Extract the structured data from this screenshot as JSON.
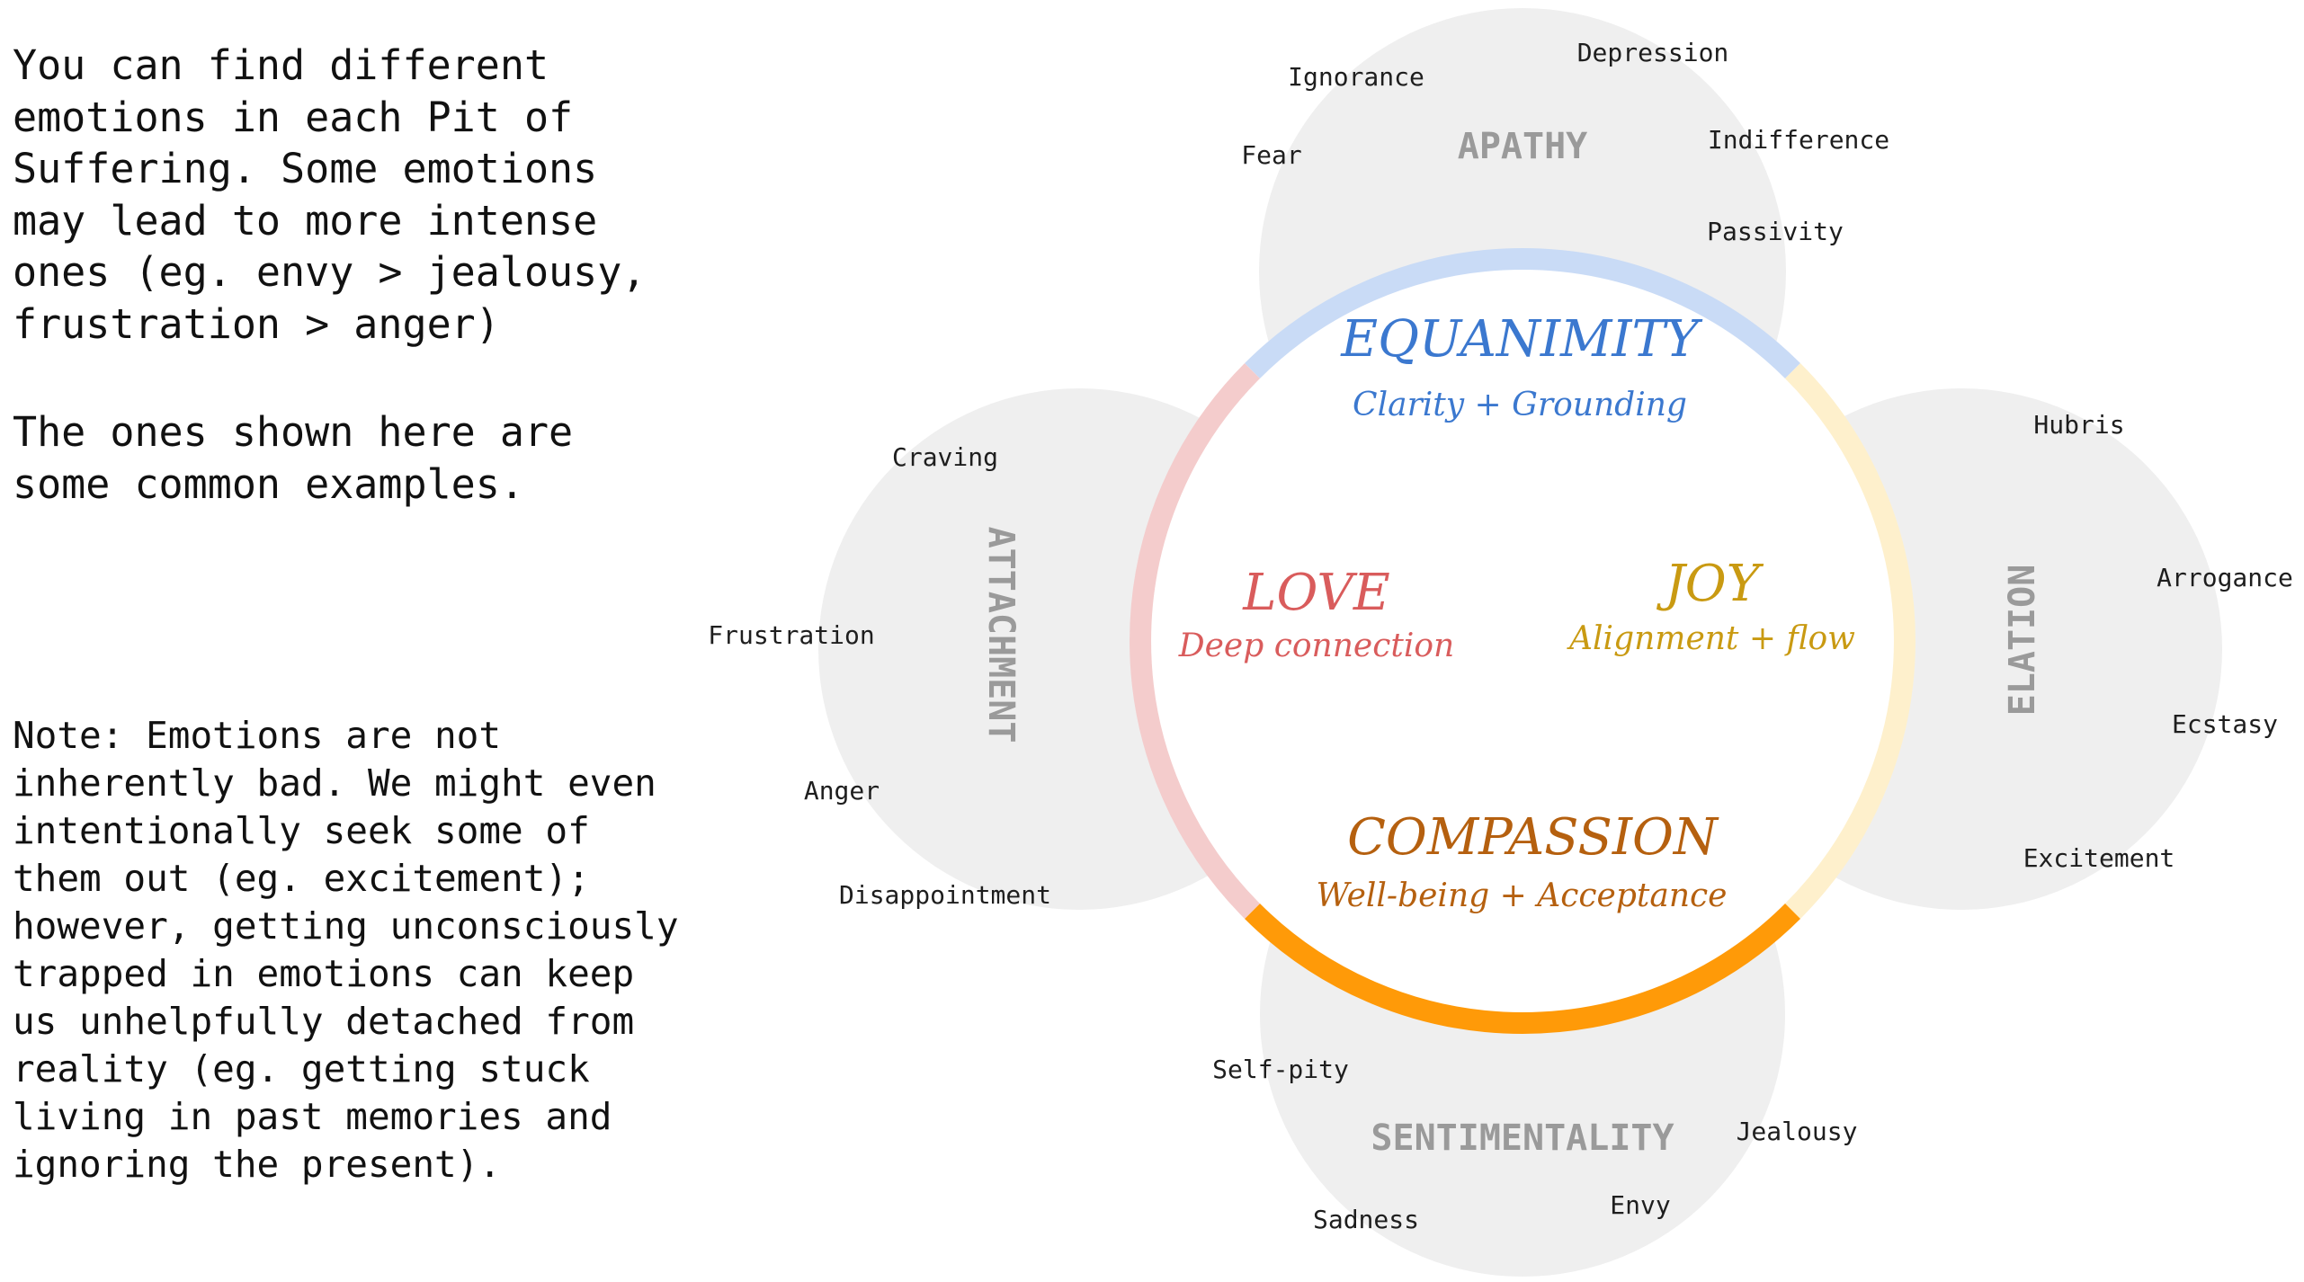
{
  "text": {
    "intro": "You can find different\nemotions in each Pit of\nSuffering. Some emotions\nmay lead to more intense\nones (eg. envy > jealousy,\nfrustration > anger)",
    "common": "The ones shown here are\nsome common examples.",
    "note": "Note: Emotions are not\ninherently bad. We might even\nintentionally seek some of\nthem out (eg. excitement);\nhowever, getting unconsciously\ntrapped in emotions can keep\nus unhelpfully detached from\nreality (eg. getting stuck\nliving in past memories and\nignoring the present)."
  },
  "pits": {
    "apathy": {
      "title": "APATHY",
      "emotions": [
        "Ignorance",
        "Depression",
        "Fear",
        "Indifference",
        "Passivity"
      ]
    },
    "attachment": {
      "title": "ATTACHMENT",
      "emotions": [
        "Craving",
        "Frustration",
        "Anger",
        "Disappointment"
      ]
    },
    "elation": {
      "title": "ELATION",
      "emotions": [
        "Hubris",
        "Arrogance",
        "Ecstasy",
        "Excitement"
      ]
    },
    "sentimentality": {
      "title": "SENTIMENTALITY",
      "emotions": [
        "Self-pity",
        "Jealousy",
        "Envy",
        "Sadness"
      ]
    }
  },
  "states": {
    "equanimity": {
      "title": "EQUANIMITY",
      "subtitle": "Clarity + Grounding",
      "color": "#3b78cf"
    },
    "love": {
      "title": "LOVE",
      "subtitle": "Deep connection",
      "color": "#d95c5c"
    },
    "joy": {
      "title": "JOY",
      "subtitle": "Alignment + flow",
      "color": "#c99a12"
    },
    "compassion": {
      "title": "COMPASSION",
      "subtitle": "Well-being + Acceptance",
      "color": "#b5600f"
    }
  },
  "colors": {
    "pit_fill": "#efefef",
    "ring_top": "#c9dbf6",
    "ring_left": "#f4cccc",
    "ring_right": "#fef0cc",
    "ring_bottom": "#ff9a08"
  }
}
